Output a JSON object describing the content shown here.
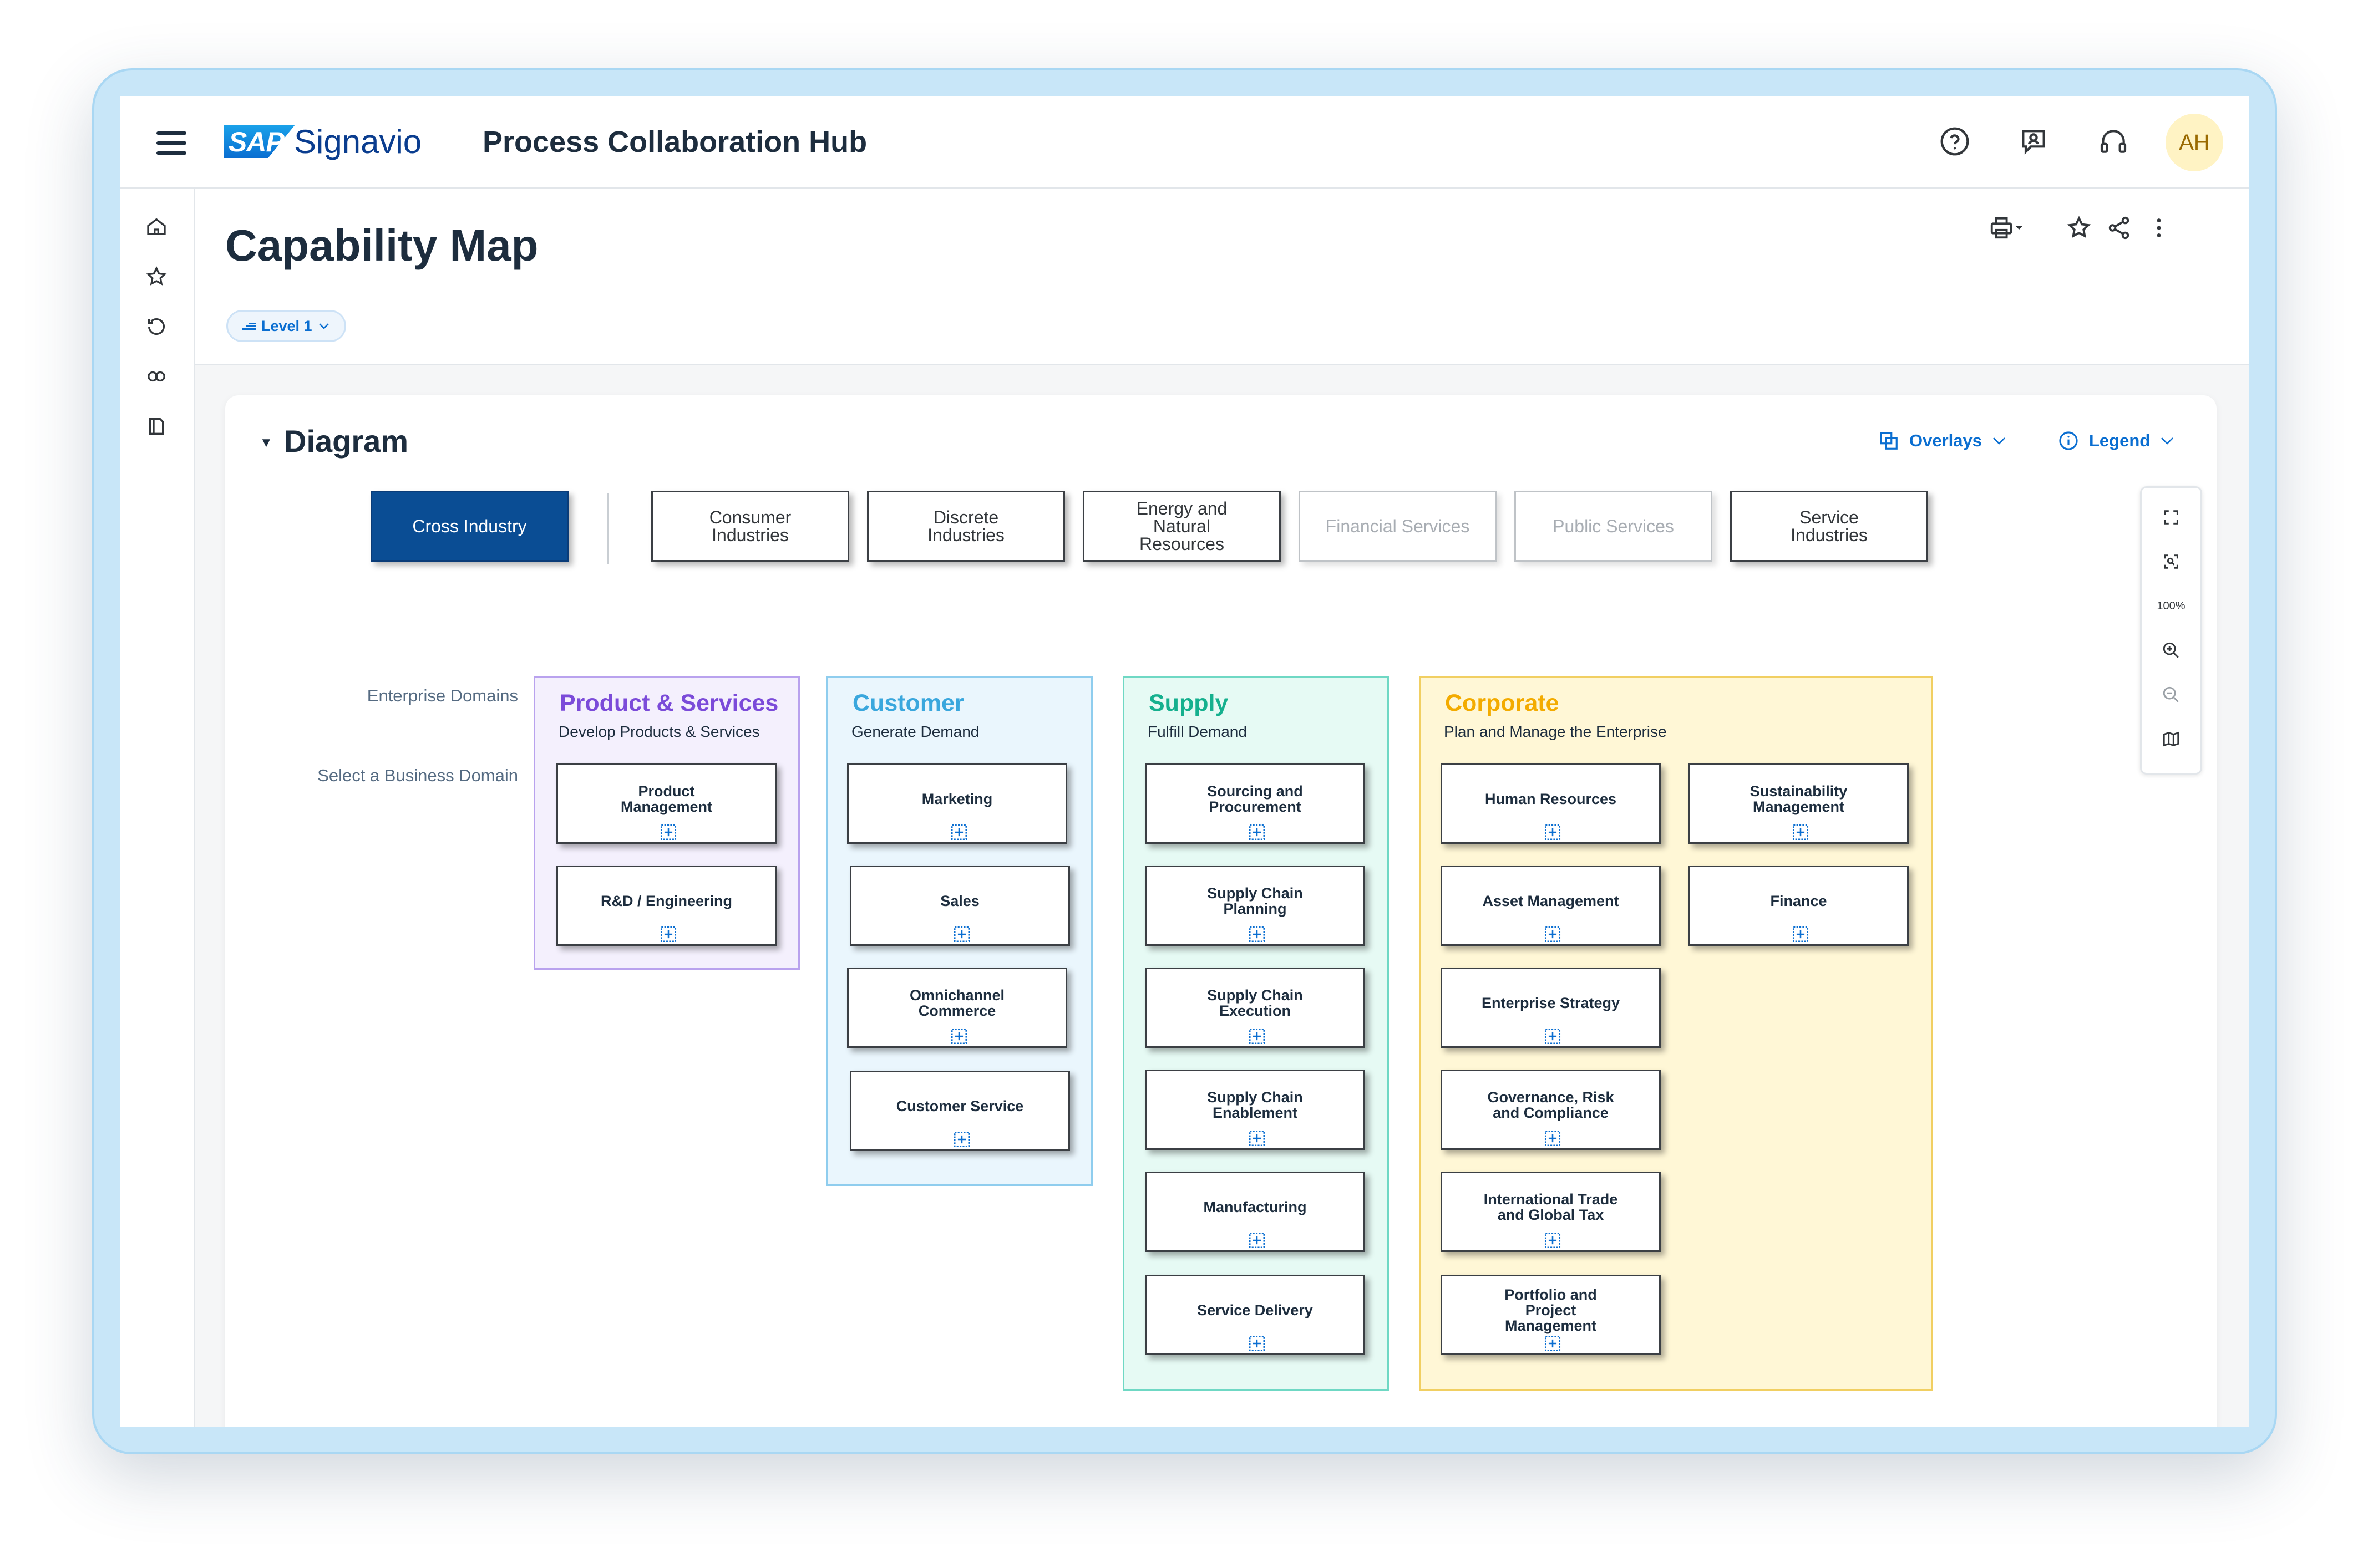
{
  "shell": {
    "logo_sap": "SAP",
    "logo_product": "Signavio",
    "hub_title": "Process Collaboration Hub",
    "avatar_initials": "AH",
    "icons": [
      "help-icon",
      "feedback-icon",
      "support-headset-icon"
    ]
  },
  "sidenav": {
    "icons": [
      "home-icon",
      "favorites-star-icon",
      "history-icon",
      "overview-icon",
      "catalog-icon"
    ]
  },
  "page": {
    "title": "Capability Map",
    "level_label": "Level 1",
    "header_icons": [
      "print-icon",
      "favorite-star-icon",
      "share-icon",
      "more-icon"
    ]
  },
  "diagram": {
    "title": "Diagram",
    "overlays_label": "Overlays",
    "legend_label": "Legend",
    "zoom_level": "100%",
    "enterprise_domains_label": "Enterprise Domains",
    "select_domain_label": "Select a Business Domain",
    "industries": [
      {
        "label": "Cross Industry",
        "state": "active"
      },
      {
        "label": "Consumer\nIndustries",
        "state": "normal"
      },
      {
        "label": "Discrete\nIndustries",
        "state": "normal"
      },
      {
        "label": "Energy and\nNatural\nResources",
        "state": "normal"
      },
      {
        "label": "Financial Services",
        "state": "disabled"
      },
      {
        "label": "Public Services",
        "state": "disabled"
      },
      {
        "label": "Service\nIndustries",
        "state": "normal"
      }
    ],
    "domains": [
      {
        "title": "Product & Services",
        "subtitle": "Develop Products & Services",
        "capabilities": [
          "Product\nManagement",
          "R&D / Engineering"
        ]
      },
      {
        "title": "Customer",
        "subtitle": "Generate Demand",
        "capabilities": [
          "Marketing",
          "Sales",
          "Omnichannel\nCommerce",
          "Customer Service"
        ]
      },
      {
        "title": "Supply",
        "subtitle": "Fulfill Demand",
        "capabilities": [
          "Sourcing and\nProcurement",
          "Supply Chain\nPlanning",
          "Supply Chain\nExecution",
          "Supply Chain\nEnablement",
          "Manufacturing",
          "Service Delivery"
        ]
      },
      {
        "title": "Corporate",
        "subtitle": "Plan and Manage the Enterprise",
        "capabilities": [
          "Human Resources",
          "Asset Management",
          "Enterprise Strategy",
          "Governance, Risk\nand Compliance",
          "International Trade\nand Global Tax",
          "Portfolio and\nProject\nManagement",
          "Sustainability\nManagement",
          "Finance"
        ]
      }
    ]
  },
  "colors": {
    "accent": "#0a6ed1",
    "active_industry": "#0a4d94",
    "product_services": {
      "border": "#b9a2ee",
      "fill": "#f4f0fd",
      "title": "#7b4bd9"
    },
    "customer": {
      "border": "#8fcdee",
      "fill": "#eaf6fd",
      "title": "#3aa7dd"
    },
    "supply": {
      "border": "#6fd8c4",
      "fill": "#e6faf4",
      "title": "#15b08e"
    },
    "corporate": {
      "border": "#f1cf62",
      "fill": "#fff7d6",
      "title": "#f3ab00"
    }
  }
}
